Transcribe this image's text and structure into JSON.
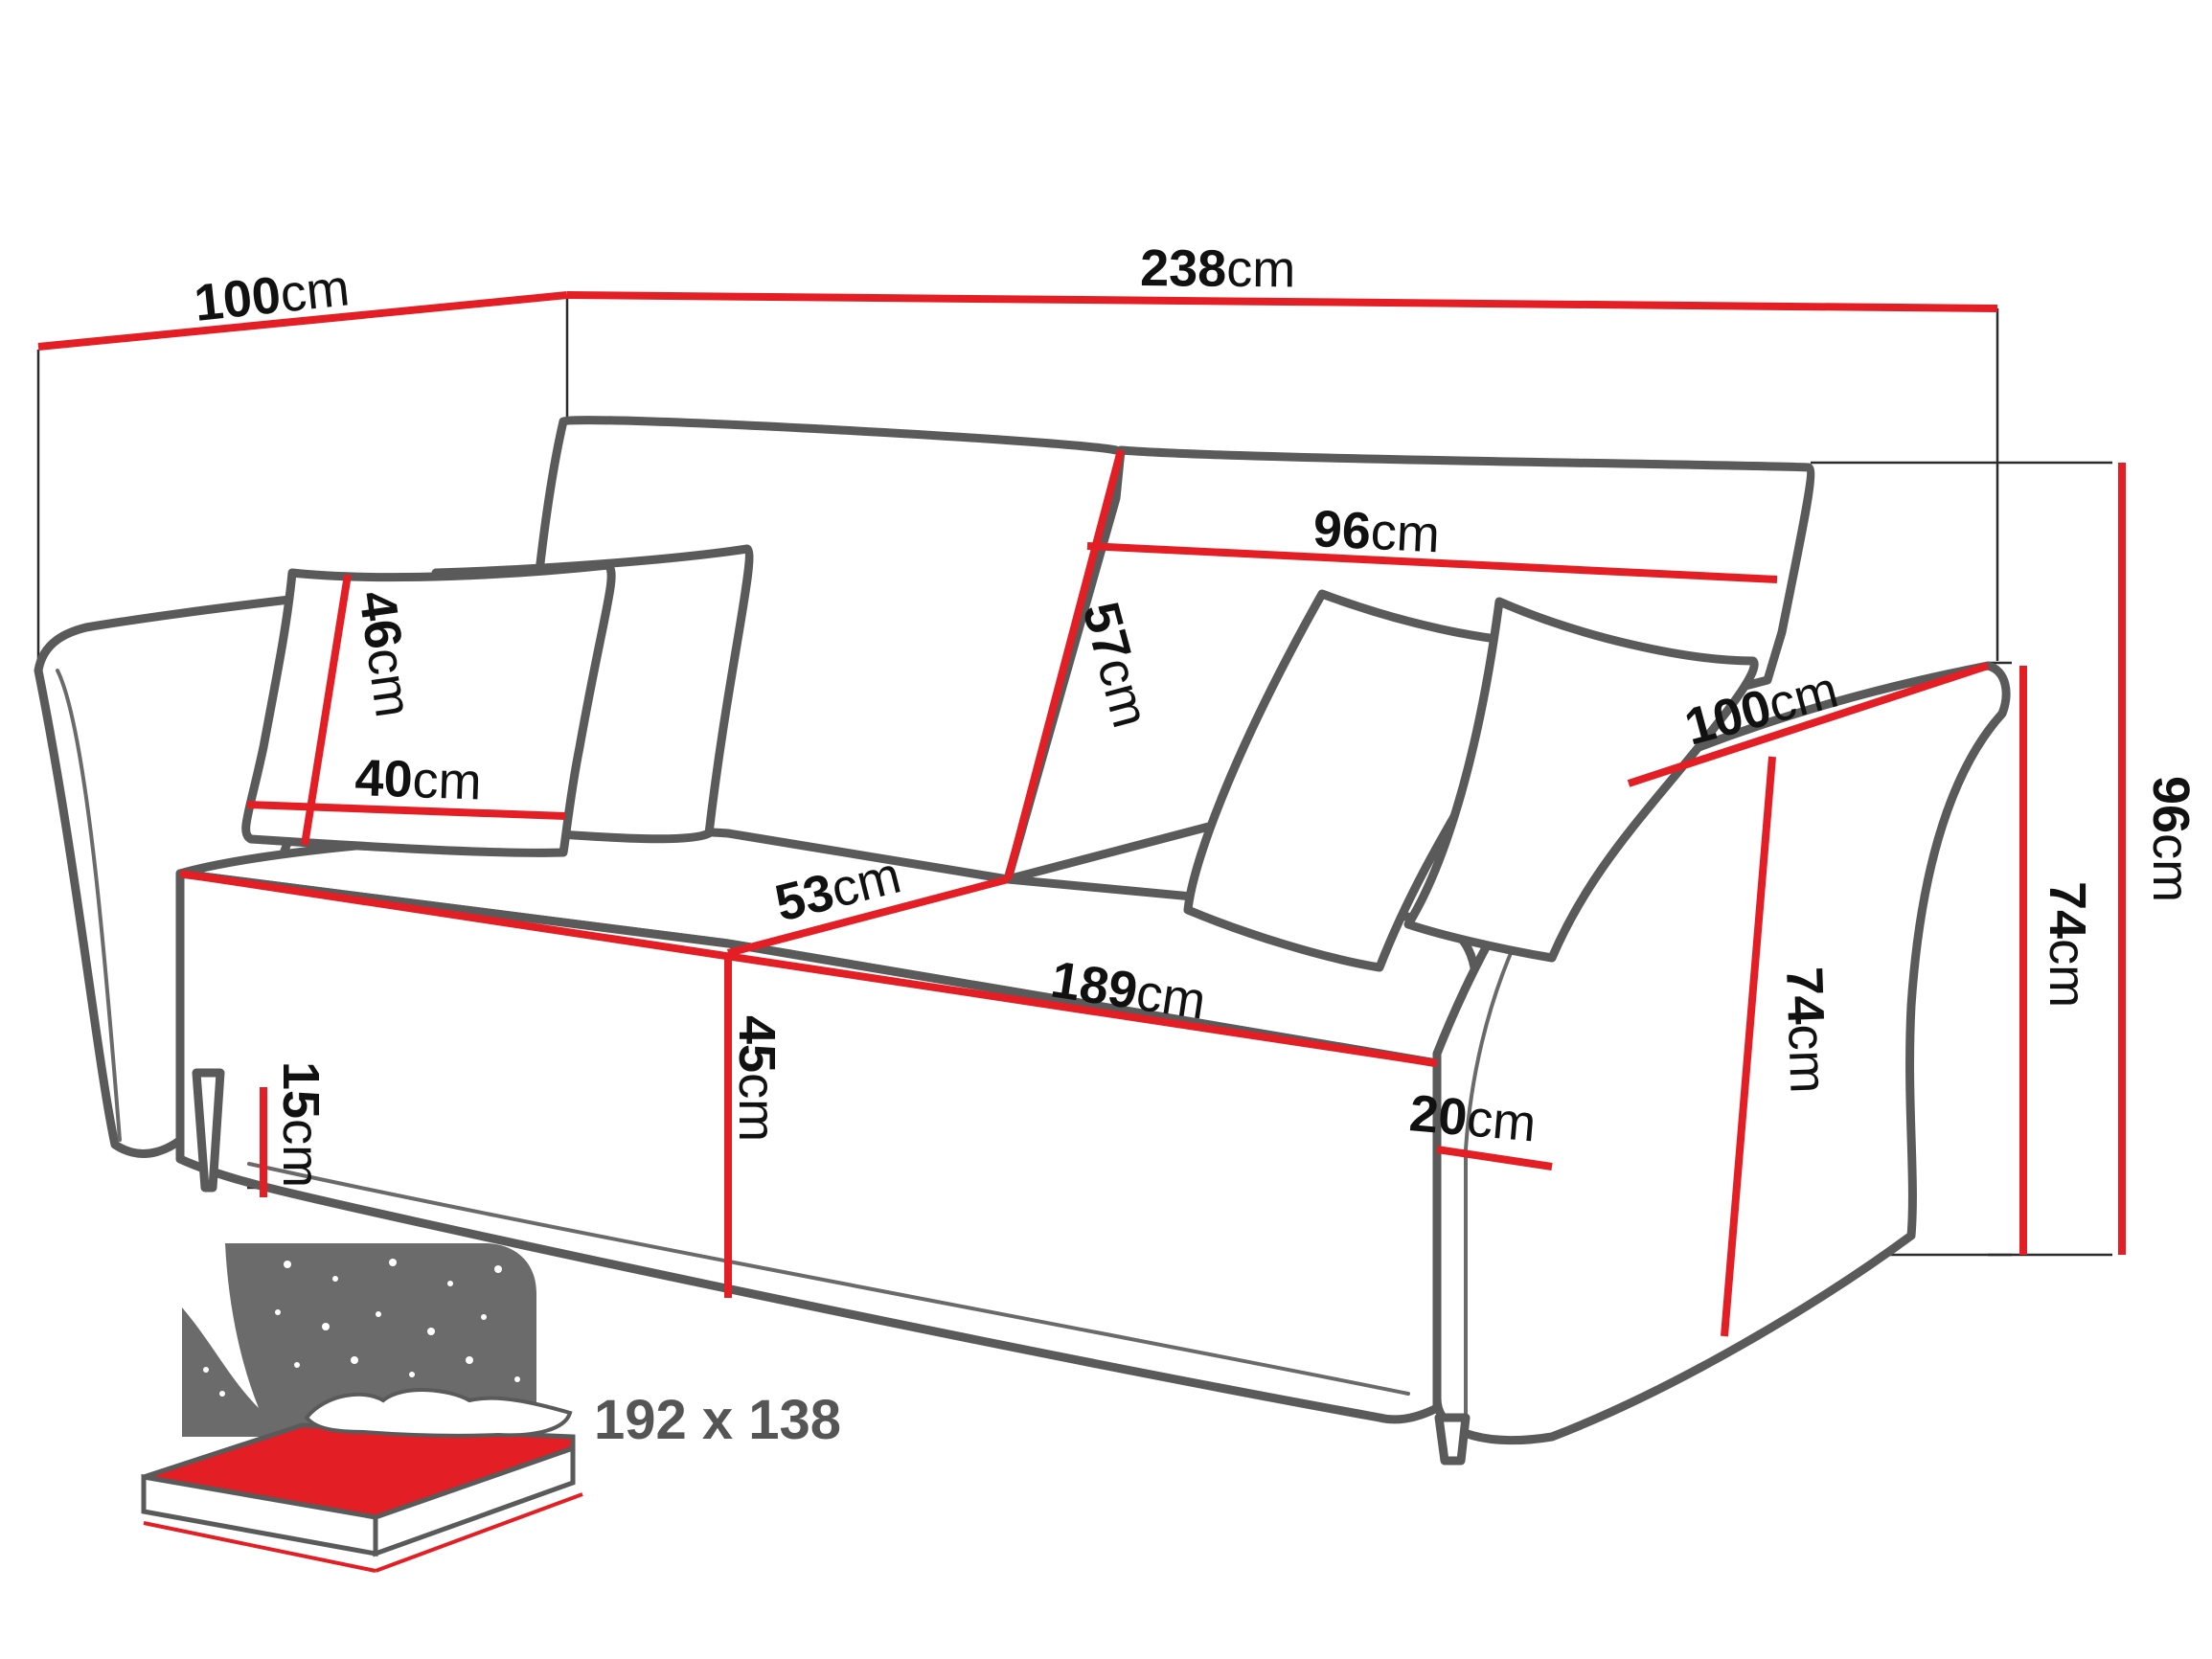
{
  "colors": {
    "accent_red": "#e31e24",
    "outline_gray": "#5a5a5a",
    "text": "#111111",
    "night_sky": "#6b6b6b"
  },
  "dimensions": {
    "depth_top": {
      "value": "100",
      "unit": "cm"
    },
    "width_total": {
      "value": "238",
      "unit": "cm"
    },
    "backrest_width": {
      "value": "96",
      "unit": "cm"
    },
    "pillow_height": {
      "value": "46",
      "unit": "cm"
    },
    "pillow_width": {
      "value": "40",
      "unit": "cm"
    },
    "backrest_height": {
      "value": "57",
      "unit": "cm"
    },
    "seat_depth": {
      "value": "53",
      "unit": "cm"
    },
    "seat_width": {
      "value": "189",
      "unit": "cm"
    },
    "seat_height": {
      "value": "45",
      "unit": "cm"
    },
    "leg_height": {
      "value": "15",
      "unit": "cm"
    },
    "armrest_width": {
      "value": "20",
      "unit": "cm"
    },
    "armrest_depth": {
      "value": "100",
      "unit": "cm"
    },
    "armrest_height": {
      "value": "74",
      "unit": "cm"
    },
    "arm_side_height": {
      "value": "74",
      "unit": "cm"
    },
    "total_height": {
      "value": "96",
      "unit": "cm"
    }
  },
  "sleeping_area": {
    "label": "192 x 138",
    "icon": "bed-night-icon"
  }
}
